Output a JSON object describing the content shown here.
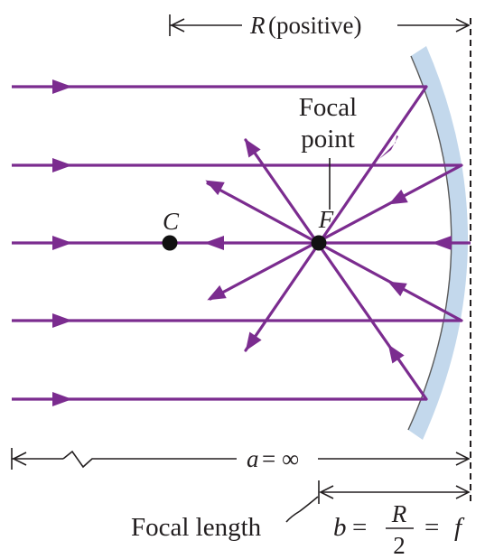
{
  "labels": {
    "radius_r": "R",
    "radius_note": "(positive)",
    "focal_point_line1": "Focal",
    "focal_point_line2": "point",
    "center_c": "C",
    "focus_f": "F",
    "object_dist_a": "a",
    "object_dist_eq": "= ∞",
    "focal_length": "Focal length",
    "image_dist_b": "b",
    "eq1": "=",
    "frac_num": "R",
    "frac_den": "2",
    "eq2": "=",
    "focal_f": "f"
  },
  "colors": {
    "ray": "#7b2c8f",
    "mirror_fill": "#c3d8ec",
    "mirror_edge": "#5a5a5a",
    "ink": "#231f20"
  }
}
